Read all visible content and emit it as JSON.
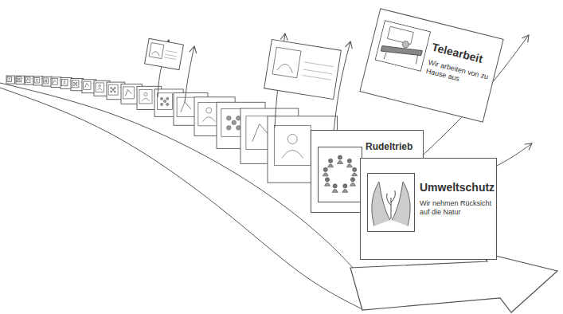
{
  "diagram": {
    "nodes": [
      {
        "text": [
          "Telearbeit",
          "Wir arbeiten von zu Hause aus"
        ]
      },
      {
        "text": [
          "Rudeltrieb"
        ]
      },
      {
        "text": [
          "Umweltschutz",
          "Wir nehmen Rücksicht auf die Natur"
        ]
      }
    ]
  }
}
